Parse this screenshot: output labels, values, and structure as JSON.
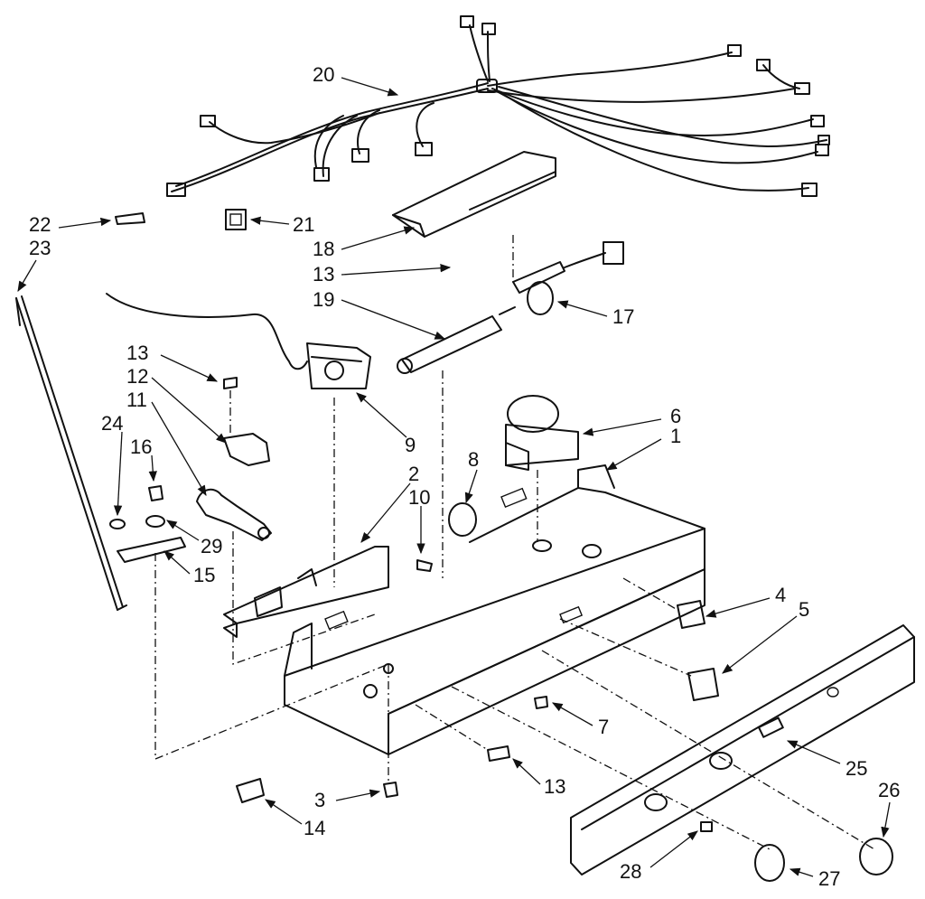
{
  "callouts": [
    {
      "id": "20",
      "text": "20"
    },
    {
      "id": "22",
      "text": "22"
    },
    {
      "id": "23",
      "text": "23"
    },
    {
      "id": "21",
      "text": "21"
    },
    {
      "id": "18",
      "text": "18"
    },
    {
      "id": "13a",
      "text": "13"
    },
    {
      "id": "19",
      "text": "19"
    },
    {
      "id": "17",
      "text": "17"
    },
    {
      "id": "13b",
      "text": "13"
    },
    {
      "id": "12",
      "text": "12"
    },
    {
      "id": "11",
      "text": "11"
    },
    {
      "id": "24",
      "text": "24"
    },
    {
      "id": "16",
      "text": "16"
    },
    {
      "id": "9",
      "text": "9"
    },
    {
      "id": "6",
      "text": "6"
    },
    {
      "id": "1",
      "text": "1"
    },
    {
      "id": "8",
      "text": "8"
    },
    {
      "id": "2",
      "text": "2"
    },
    {
      "id": "10",
      "text": "10"
    },
    {
      "id": "29",
      "text": "29"
    },
    {
      "id": "15",
      "text": "15"
    },
    {
      "id": "4",
      "text": "4"
    },
    {
      "id": "5",
      "text": "5"
    },
    {
      "id": "7",
      "text": "7"
    },
    {
      "id": "25",
      "text": "25"
    },
    {
      "id": "26",
      "text": "26"
    },
    {
      "id": "13c",
      "text": "13"
    },
    {
      "id": "3",
      "text": "3"
    },
    {
      "id": "14",
      "text": "14"
    },
    {
      "id": "28",
      "text": "28"
    },
    {
      "id": "27",
      "text": "27"
    }
  ]
}
